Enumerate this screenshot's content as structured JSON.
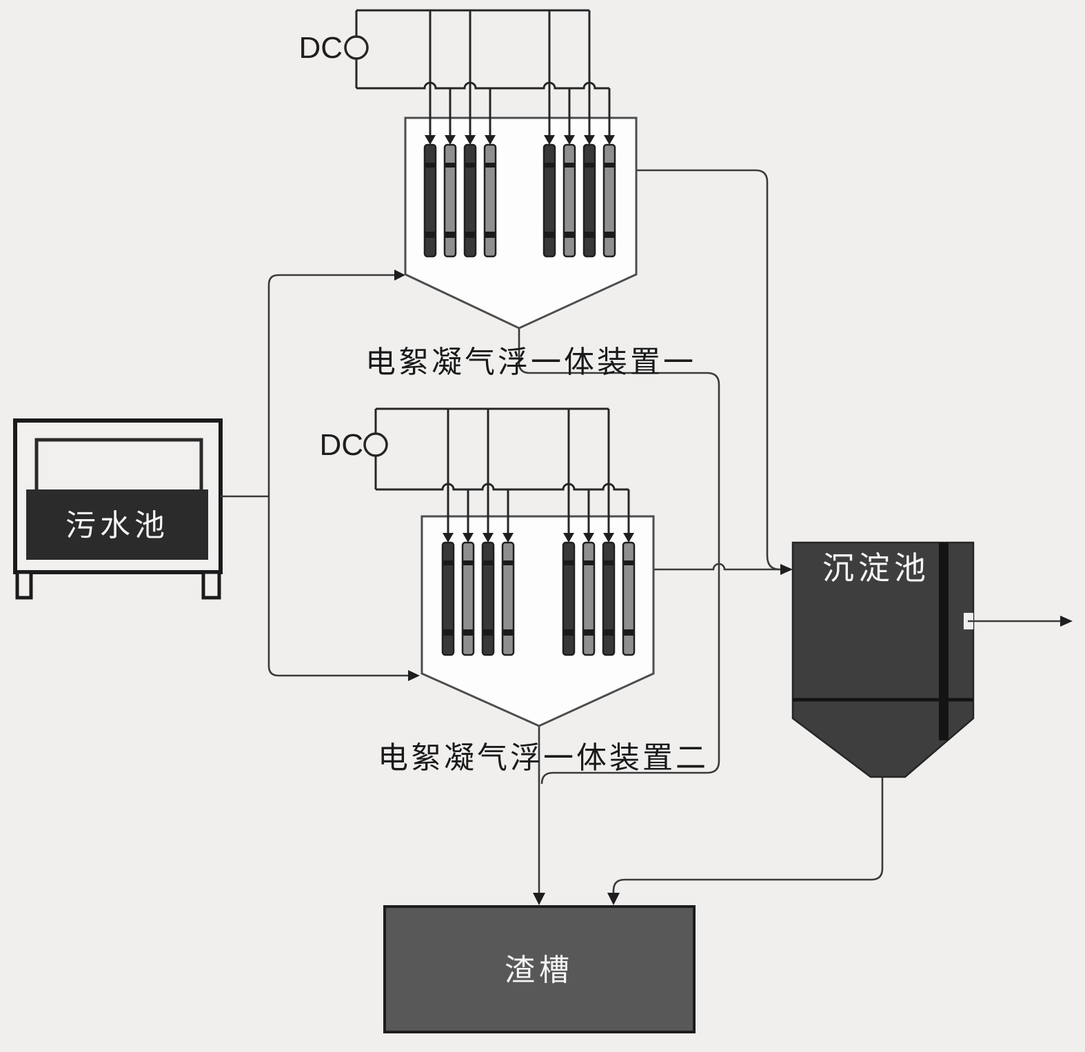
{
  "colors": {
    "background": "#f0efee",
    "flow_line": "#3a3a3a",
    "wire": "#262626",
    "device_outline": "#4d4d4d",
    "device_fill": "#fdfdfd",
    "electrode_dark": "#383838",
    "electrode_light": "#8f8f8f",
    "pool_box_fill": "#2b2b2b",
    "sedimentation_fill": "#3e3e3e",
    "sedimentation_baffle": "#141414",
    "slag_fill": "#585858",
    "label_text": "#1a1a1a",
    "light_text": "#f5f5f5"
  },
  "nodes": {
    "power_source_1": {
      "label": "DC"
    },
    "power_source_2": {
      "label": "DC"
    },
    "device_1": {
      "label": "电絮凝气浮一体装置一"
    },
    "device_2": {
      "label": "电絮凝气浮一体装置二"
    },
    "sewage_pool": {
      "label": "污水池"
    },
    "sedimentation_tank": {
      "label": "沉淀池"
    },
    "slag_trough": {
      "label": "渣槽"
    }
  }
}
